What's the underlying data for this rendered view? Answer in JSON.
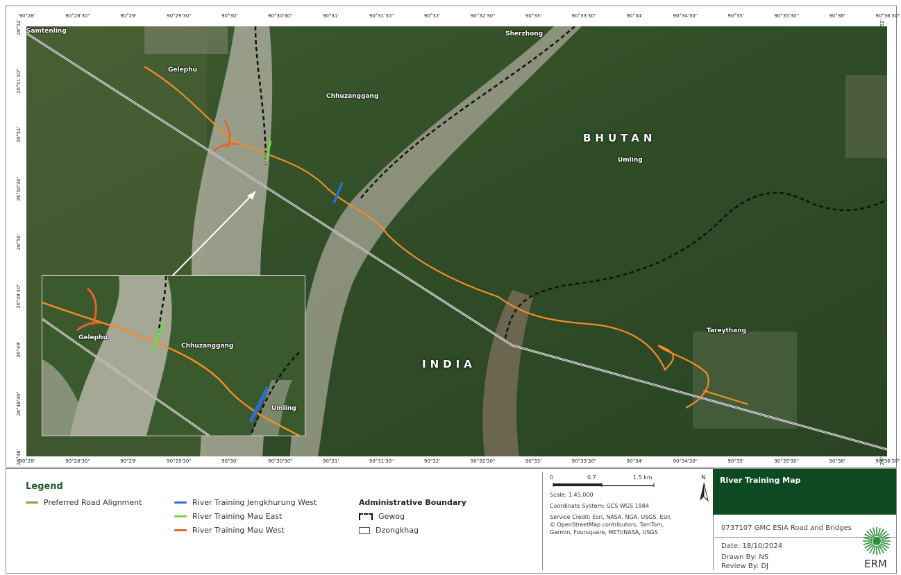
{
  "map": {
    "top_ticks": [
      "90°28'",
      "90°28'30\"",
      "90°29'",
      "90°29'30\"",
      "90°30'",
      "90°30'30\"",
      "90°31'",
      "90°31'30\"",
      "90°32'",
      "90°32'30\"",
      "90°33'",
      "90°33'30\"",
      "90°34'",
      "90°34'30\"",
      "90°35'",
      "90°35'30\"",
      "90°36'",
      "90°36'30\""
    ],
    "bottom_ticks": [
      "90°28'",
      "90°28'30\"",
      "90°29'",
      "90°29'30\"",
      "90°30'",
      "90°30'30\"",
      "90°31'",
      "90°31'30\"",
      "90°32'",
      "90°32'30\"",
      "90°33'",
      "90°33'30\"",
      "90°34'",
      "90°34'30\"",
      "90°35'",
      "90°35'30\"",
      "90°36'",
      "90°36'30\""
    ],
    "left_ticks": [
      "26°52'",
      "26°51'30\"",
      "26°51'",
      "26°50'30\"",
      "26°50'",
      "26°49'30\"",
      "26°49'",
      "26°48'30\"",
      "26°48'"
    ],
    "right_ticks": [
      "26°52'",
      "26°51'30\"",
      "26°51'",
      "26°50'30\"",
      "26°50'",
      "26°49'30\"",
      "26°49'",
      "26°48'30\"",
      "26°48'"
    ],
    "places": {
      "samtenling": "Samtenling",
      "gelephu": "Gelephu",
      "chhuzanggang": "Chhuzanggang",
      "sherzhong": "Sherzhong",
      "umling": "Umling",
      "tareythang": "Tareythang"
    },
    "countries": {
      "bhutan": "BHUTAN",
      "india": "INDIA"
    },
    "inset": {
      "gelephu": "Gelephu",
      "chhuzanggang": "Chhuzanggang",
      "umling": "Umling"
    },
    "colors": {
      "road": "#f28c28",
      "mau_east": "#6bd94a",
      "mau_west": "#e8622a",
      "jengkhurung": "#2b6fd6",
      "gewog": "#111111",
      "dzongkhag": "#d9d9d9",
      "road_legend": "#b08a4a"
    }
  },
  "legend": {
    "title": "Legend",
    "items": {
      "preferred_road": "Preferred Road Alignment",
      "jengkhurung": "River Training Jengkhurung West",
      "mau_east": "River Training Mau East",
      "mau_west": "River Training Mau West"
    },
    "admin_title": "Administrative Boundary",
    "gewog": "Gewog",
    "dzongkhag": "Dzongkhag"
  },
  "info": {
    "scale_ticks": [
      "0",
      "0.7",
      "1.5 km"
    ],
    "scale_text": "Scale:   1:45,000",
    "coord_system": "Coordinate System: GCS WGS 1984",
    "credit_lines": [
      "Service Credit: Esri, NASA, NGA, USGS, Esri,",
      "© OpenStreetMap contributors, TomTom,",
      "Garmin, Foursquare, METI/NASA, USGS"
    ],
    "north_label": "N"
  },
  "title_block": {
    "title": "River Training Map",
    "project": "0737107 GMC ESIA Road and Bridges",
    "date": "Date: 18/10/2024",
    "drawn_by": "Drawn By:  NS",
    "review_by": "Review By:  DJ",
    "logo": "ERM"
  }
}
